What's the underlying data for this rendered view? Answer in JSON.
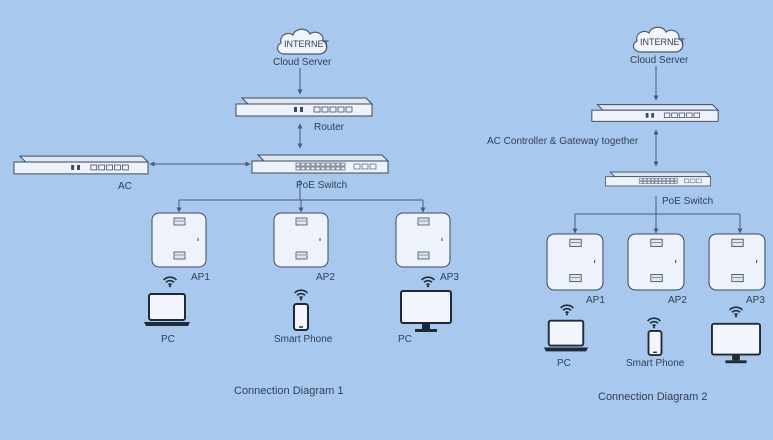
{
  "diagram1": {
    "cloud_title": "INTERNET",
    "cloud_label": "Cloud Server",
    "router_label": "Router",
    "ac_label": "AC",
    "switch_label": "PoE Switch",
    "ap_labels": [
      "AP1",
      "AP2",
      "AP3"
    ],
    "device_labels": [
      "PC",
      "Smart Phone",
      "PC"
    ],
    "caption": "Connection Diagram 1"
  },
  "diagram2": {
    "cloud_title": "INTERNET",
    "cloud_label": "Cloud Server",
    "controller_label": "AC Controller & Gateway together",
    "switch_label": "PoE Switch",
    "ap_labels": [
      "AP1",
      "AP2",
      "AP3"
    ],
    "device_labels": [
      "PC",
      "Smart Phone"
    ],
    "caption": "Connection Diagram 2"
  },
  "colors": {
    "background": "#a9c8ee",
    "line": "#4a5a70",
    "device_fill": "#eef3fb"
  },
  "icons": [
    "cloud-icon",
    "router-icon",
    "poe-switch-icon",
    "access-point-icon",
    "wifi-icon",
    "laptop-icon",
    "smartphone-icon",
    "monitor-icon"
  ]
}
